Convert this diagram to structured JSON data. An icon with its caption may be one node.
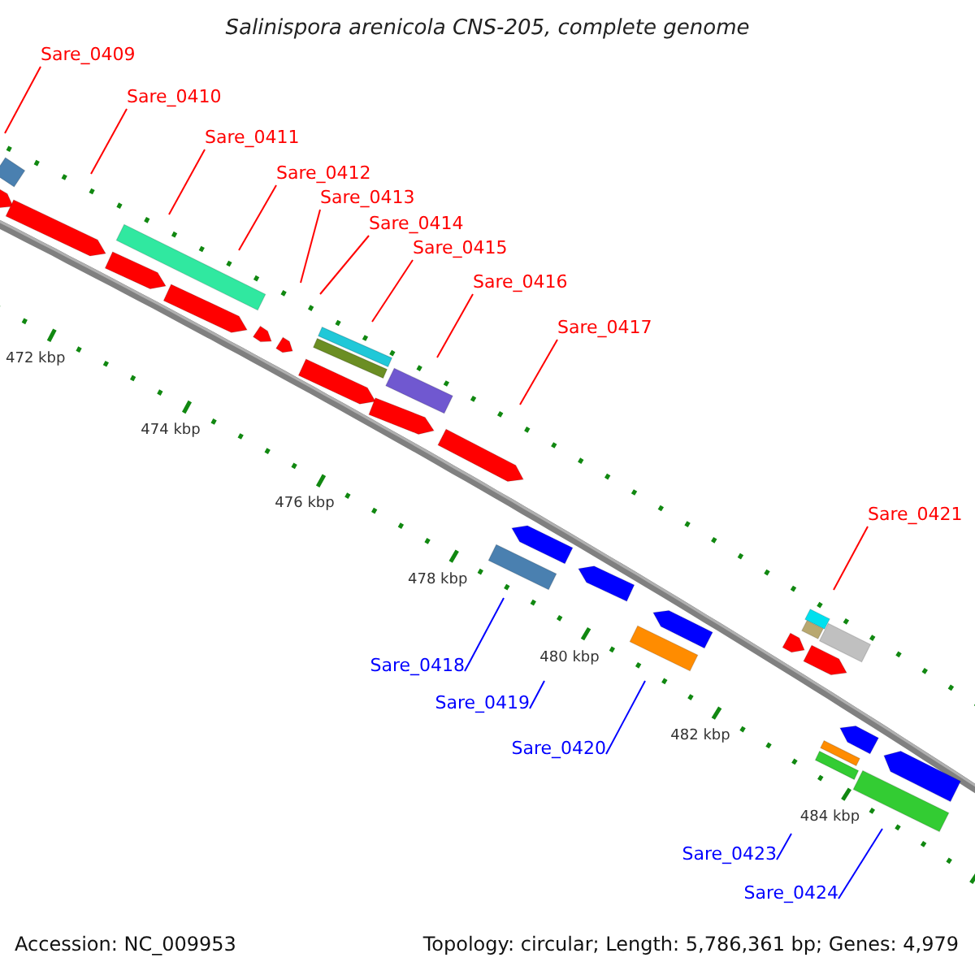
{
  "diagram": {
    "title": "Salinispora arenicola CNS-205, complete genome",
    "nodes": [
      {
        "text": [
          "Sare_0409"
        ]
      },
      {
        "text": [
          "Sare_0410"
        ]
      },
      {
        "text": [
          "Sare_0411"
        ]
      },
      {
        "text": [
          "Sare_0412"
        ]
      },
      {
        "text": [
          "Sare_0413"
        ]
      },
      {
        "text": [
          "Sare_0414"
        ]
      },
      {
        "text": [
          "Sare_0415"
        ]
      },
      {
        "text": [
          "Sare_0416"
        ]
      },
      {
        "text": [
          "Sare_0417"
        ]
      },
      {
        "text": [
          "Sare_0421"
        ]
      },
      {
        "text": [
          "Sare_0418"
        ]
      },
      {
        "text": [
          "Sare_0419"
        ]
      },
      {
        "text": [
          "Sare_0420"
        ]
      },
      {
        "text": [
          "Sare_0423"
        ]
      },
      {
        "text": [
          "Sare_0424"
        ]
      }
    ],
    "edges": [
      {
        "from": 0,
        "to": null,
        "arrow": "none"
      },
      {
        "from": 1,
        "to": null,
        "arrow": "none"
      },
      {
        "from": 2,
        "to": null,
        "arrow": "none"
      },
      {
        "from": 3,
        "to": null,
        "arrow": "none"
      },
      {
        "from": 4,
        "to": null,
        "arrow": "none"
      },
      {
        "from": 5,
        "to": null,
        "arrow": "none"
      },
      {
        "from": 6,
        "to": null,
        "arrow": "none"
      },
      {
        "from": 7,
        "to": null,
        "arrow": "none"
      },
      {
        "from": 8,
        "to": null,
        "arrow": "none"
      },
      {
        "from": 9,
        "to": null,
        "arrow": "none"
      },
      {
        "from": 10,
        "to": null,
        "arrow": "none",
        "color": "#0000ff"
      },
      {
        "from": 11,
        "to": null,
        "arrow": "none",
        "color": "#0000ff"
      },
      {
        "from": 12,
        "to": null,
        "arrow": "none",
        "color": "#0000ff"
      },
      {
        "from": 13,
        "to": null,
        "arrow": "none",
        "color": "#0000ff"
      },
      {
        "from": 14,
        "to": null,
        "arrow": "none",
        "color": "#0000ff"
      }
    ],
    "labels": [
      "472 kbp",
      "474 kbp",
      "476 kbp",
      "478 kbp",
      "480 kbp",
      "482 kbp",
      "484 kbp",
      "Accession: NC_009953",
      "Topology: circular; Length: 5,786,361 bp; Genes: 4,979"
    ]
  }
}
